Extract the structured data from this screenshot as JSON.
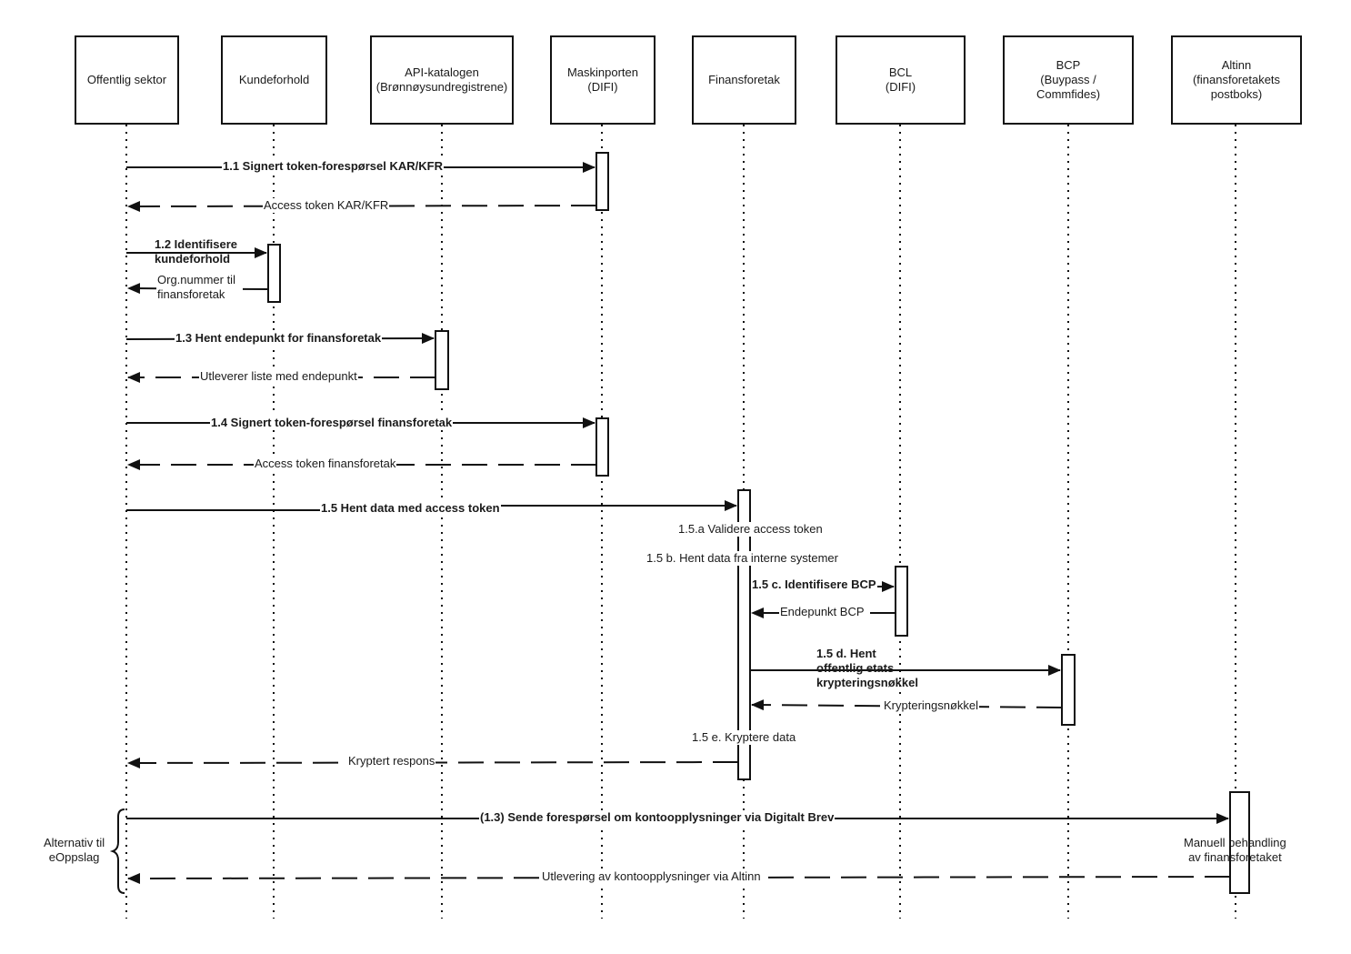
{
  "actors": [
    {
      "key": "off",
      "label": "Offentlig sektor"
    },
    {
      "key": "kun",
      "label": "Kundeforhold"
    },
    {
      "key": "api",
      "label": "API-katalogen\n(Brønnøysundregistrene)"
    },
    {
      "key": "mas",
      "label": "Maskinporten\n(DIFI)"
    },
    {
      "key": "fin",
      "label": "Finansforetak"
    },
    {
      "key": "bcl",
      "label": "BCL\n(DIFI)"
    },
    {
      "key": "bcp",
      "label": "BCP\n(Buypass /\nCommfides)"
    },
    {
      "key": "alt",
      "label": "Altinn\n(finansforetakets\npostboks)"
    }
  ],
  "messages": [
    {
      "id": "m1",
      "label": "1.1 Signert token-forespørsel KAR/KFR",
      "style": "solid"
    },
    {
      "id": "m2",
      "label": "Access token KAR/KFR",
      "style": "dashed"
    },
    {
      "id": "m3",
      "label": "1.2 Identifisere\nkundeforhold",
      "style": "solid"
    },
    {
      "id": "m4",
      "label": "Org.nummer til\nfinansforetak",
      "style": "dashed"
    },
    {
      "id": "m5",
      "label": "1.3 Hent endepunkt for finansforetak",
      "style": "solid"
    },
    {
      "id": "m6",
      "label": "Utleverer liste med endepunkt",
      "style": "dashed"
    },
    {
      "id": "m7",
      "label": "1.4 Signert token-forespørsel finansforetak",
      "style": "solid"
    },
    {
      "id": "m8",
      "label": "Access token finansforetak",
      "style": "dashed"
    },
    {
      "id": "m9",
      "label": "1.5 Hent data med access token",
      "style": "solid"
    },
    {
      "id": "m10",
      "label": "1.5 c. Identifisere BCP",
      "style": "solid"
    },
    {
      "id": "m11",
      "label": "Endepunkt BCP",
      "style": "dashed"
    },
    {
      "id": "m12",
      "label": "1.5 d. Hent\noffentlig etats\nkrypteringsnøkkel",
      "style": "solid"
    },
    {
      "id": "m13",
      "label": "Krypteringsnøkkel",
      "style": "dashed"
    },
    {
      "id": "m14",
      "label": "Kryptert respons",
      "style": "dashed"
    },
    {
      "id": "m15",
      "label": "(1.3) Sende forespørsel om kontoopplysninger via Digitalt Brev",
      "style": "solid"
    },
    {
      "id": "m16",
      "label": "Utlevering av kontoopplysninger via Altinn",
      "style": "dashed"
    }
  ],
  "notes": {
    "validate": "1.5.a Validere access token",
    "internal": "1.5 b. Hent data fra interne systemer",
    "encrypt": "1.5 e. Kryptere data",
    "manual": "Manuell behandling\nav finansforetaket",
    "alternative": "Alternativ til\neOppslag"
  },
  "colors": {
    "line": "#111111",
    "background": "#ffffff",
    "text": "#1a1a1a"
  }
}
